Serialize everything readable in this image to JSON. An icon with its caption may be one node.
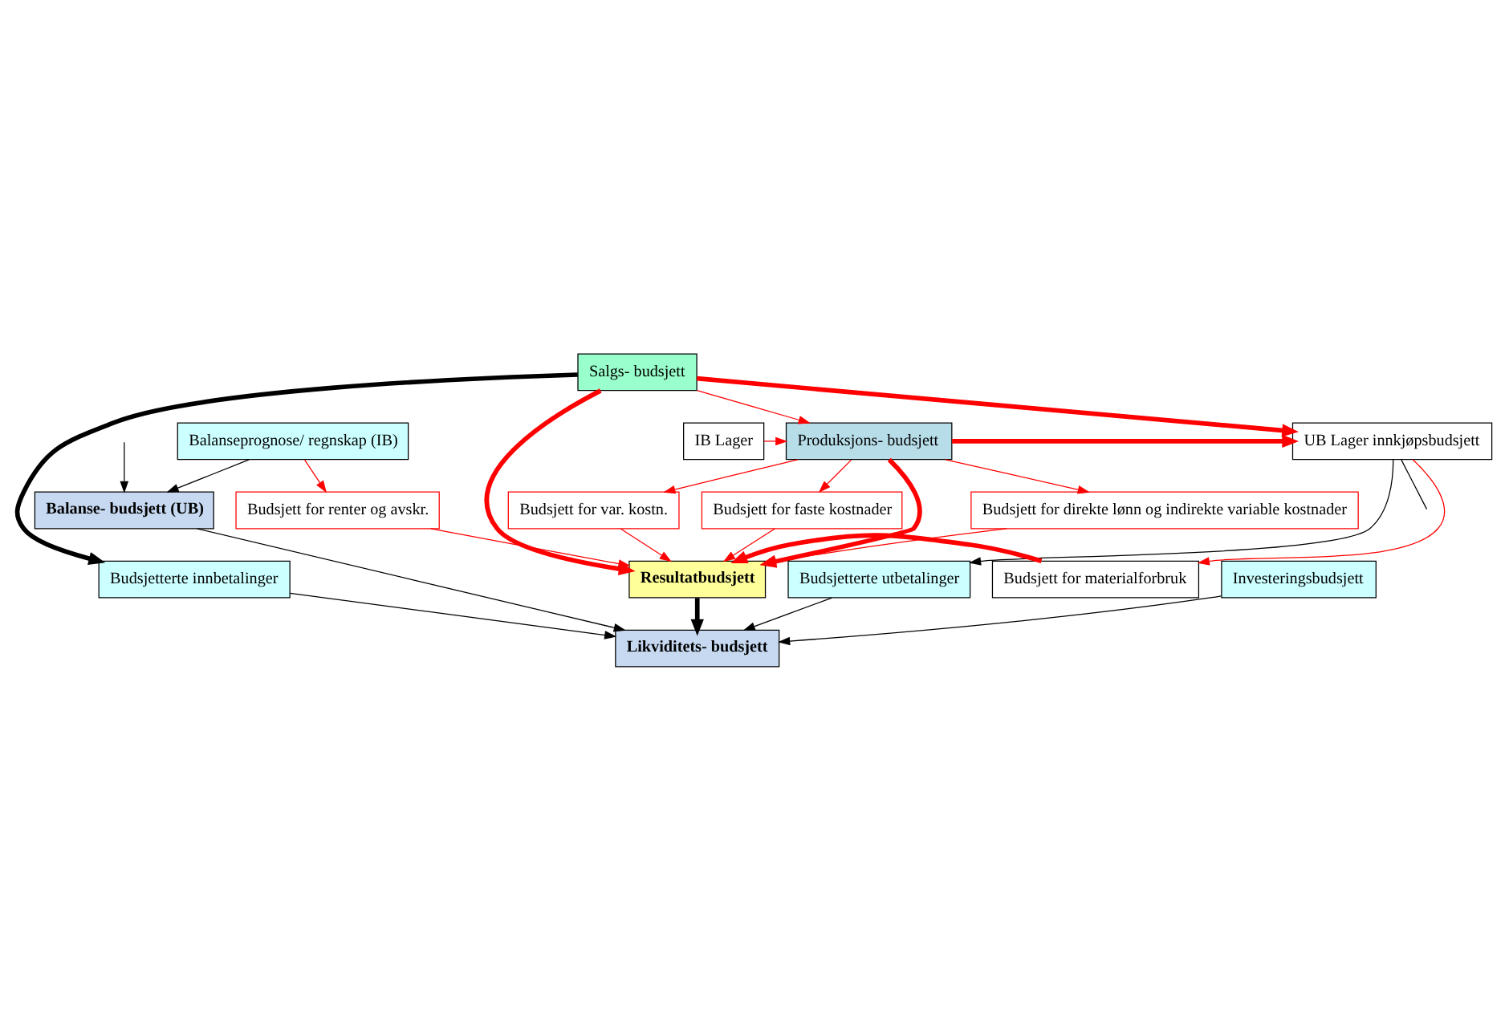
{
  "diagram": {
    "nodes": [
      {
        "text": [
          "Salgs- budsjett"
        ]
      },
      {
        "text": [
          "IB Lager"
        ]
      },
      {
        "text": [
          "Produksjons- budsjett"
        ]
      },
      {
        "text": [
          "UB Lager innkjøpsbudsjett"
        ]
      },
      {
        "text": [
          "Budsjett for direkte lønn og indirekte variable kostnader"
        ]
      },
      {
        "text": [
          "Budsjett for var. kostn."
        ]
      },
      {
        "text": [
          "Budsjett for faste kostnader"
        ]
      },
      {
        "text": [
          "Budsjett for renter og avskr."
        ]
      },
      {
        "text": [
          "Resultatbudsjett"
        ]
      },
      {
        "text": [
          "Budsjett for materialforbruk"
        ]
      },
      {
        "text": [
          "Investeringsbudsjett"
        ]
      },
      {
        "text": [
          "Budsjetterte innbetalinger"
        ]
      },
      {
        "text": [
          "Budsjetterte utbetalinger"
        ]
      },
      {
        "text": [
          "Likviditets- budsjett"
        ]
      },
      {
        "text": [
          "Balanse- budsjett (UB)"
        ]
      },
      {
        "text": [
          "Balanseprognose/ regnskap (IB)"
        ]
      }
    ],
    "edges": [
      {
        "from": 0,
        "to": 2,
        "arrow": "to"
      },
      {
        "from": 0,
        "to": 3,
        "arrow": "to",
        "style": "thick"
      },
      {
        "from": 0,
        "to": 8,
        "arrow": "to",
        "style": "thick"
      },
      {
        "from": 0,
        "to": 11,
        "arrow": "to",
        "style": "thick",
        "color": "#000000"
      },
      {
        "from": 1,
        "to": 2,
        "arrow": "to"
      },
      {
        "from": 2,
        "to": 3,
        "arrow": "to",
        "style": "thick"
      },
      {
        "from": 2,
        "to": 8,
        "arrow": "to",
        "style": "thick"
      },
      {
        "from": 2,
        "to": 4,
        "arrow": "to"
      },
      {
        "from": 2,
        "to": 5,
        "arrow": "to"
      },
      {
        "from": 2,
        "to": 6,
        "arrow": "to"
      },
      {
        "from": 3,
        "to": 9,
        "arrow": "to"
      },
      {
        "from": 9,
        "to": 8,
        "arrow": "to",
        "style": "thick"
      },
      {
        "from": 4,
        "to": 8,
        "arrow": "to"
      },
      {
        "from": 5,
        "to": 8,
        "arrow": "to"
      },
      {
        "from": 6,
        "to": 8,
        "arrow": "to"
      },
      {
        "from": 7,
        "to": 8,
        "arrow": "to"
      },
      {
        "from": 15,
        "to": 7,
        "arrow": "to"
      },
      {
        "from": 3,
        "to": 12,
        "arrow": "to",
        "color": "#000000"
      },
      {
        "from": 3,
        "to": null,
        "arrow": "none",
        "color": "#000000"
      },
      {
        "from": 8,
        "to": 13,
        "arrow": "to",
        "style": "thick",
        "color": "#000000"
      },
      {
        "from": 10,
        "to": 13,
        "arrow": "to",
        "color": "#000000"
      },
      {
        "from": 11,
        "to": 13,
        "arrow": "to",
        "color": "#000000"
      },
      {
        "from": 12,
        "to": 13,
        "arrow": "to",
        "color": "#000000"
      },
      {
        "from": 14,
        "to": 13,
        "arrow": "to",
        "color": "#000000"
      },
      {
        "from": 15,
        "to": 14,
        "arrow": "to",
        "color": "#000000"
      },
      {
        "from": null,
        "to": 14,
        "arrow": "to",
        "color": "#000000"
      }
    ]
  }
}
